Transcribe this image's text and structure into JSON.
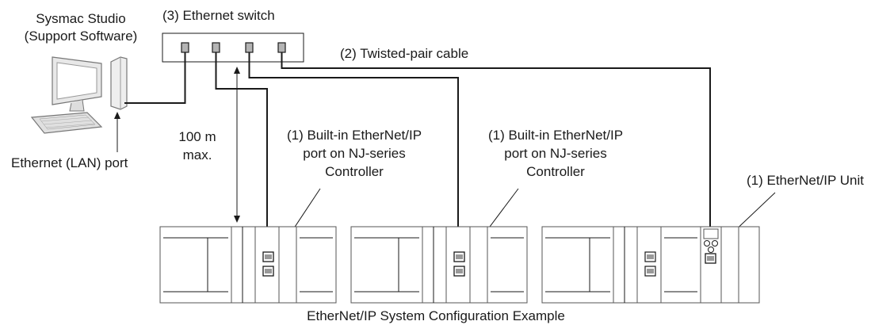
{
  "pc": {
    "label_line1": "Sysmac Studio",
    "label_line2": "(Support Software)",
    "port_label": "Ethernet (LAN) port"
  },
  "switch": {
    "label": "(3) Ethernet switch"
  },
  "cable": {
    "label": "(2) Twisted-pair cable"
  },
  "distance": {
    "line1": "100 m",
    "line2": "max."
  },
  "controller1": {
    "line1": "(1) Built-in EtherNet/IP",
    "line2": "port on NJ-series",
    "line3": "Controller"
  },
  "controller2": {
    "line1": "(1) Built-in EtherNet/IP",
    "line2": "port on NJ-series",
    "line3": "Controller"
  },
  "unit": {
    "label": "(1) EtherNet/IP Unit"
  },
  "caption": "EtherNet/IP System Configuration Example"
}
